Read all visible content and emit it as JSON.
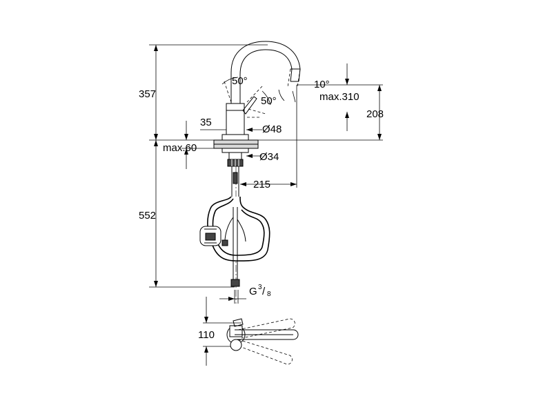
{
  "dimensions": {
    "height_above_deck": "357",
    "height_below_deck": "552",
    "spout_height": "208",
    "lever_angle_left": "50°",
    "lever_angle_right": "50°",
    "spout_tilt": "10°",
    "spout_reach_max": "max.310",
    "base_offset": "35",
    "base_diameter": "Ø48",
    "deck_thickness_max": "max.60",
    "shank_diameter": "Ø34",
    "reach": "215",
    "connection_main": "G",
    "connection_num": "3",
    "connection_den": "8",
    "swivel_width": "110"
  }
}
